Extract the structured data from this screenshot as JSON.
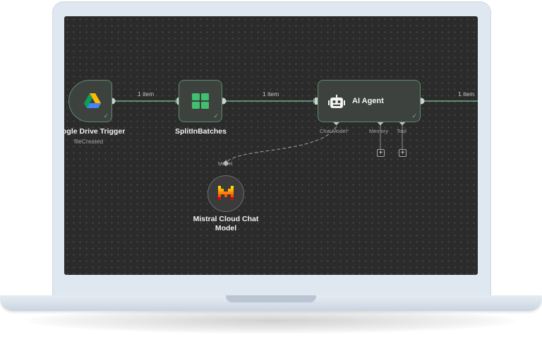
{
  "workflow": {
    "edges": [
      {
        "label": "1 item"
      },
      {
        "label": "1 item"
      },
      {
        "label": "1 item"
      }
    ],
    "nodes": {
      "google_drive_trigger": {
        "title": "ogle Drive Trigger",
        "subtitle": "fileCreated",
        "icon": "google-drive-icon"
      },
      "split_in_batches": {
        "title": "SplitInBatches",
        "icon": "grid-icon"
      },
      "ai_agent": {
        "title": "AI Agent",
        "icon": "robot-icon",
        "ports": {
          "chat_model": "Chat Model",
          "required_mark": "*",
          "memory": "Memory",
          "tool": "Tool"
        },
        "add_label": "+"
      },
      "mistral_chat_model": {
        "title_line1": "Mistral Cloud Chat",
        "title_line2": "Model",
        "port": "Model",
        "icon": "mistral-icon"
      }
    }
  },
  "colors": {
    "canvas": "#2b2b2b",
    "wire": "#6fae85",
    "node_border": "#5a8c6c",
    "laptop": "#dfe7f0"
  }
}
